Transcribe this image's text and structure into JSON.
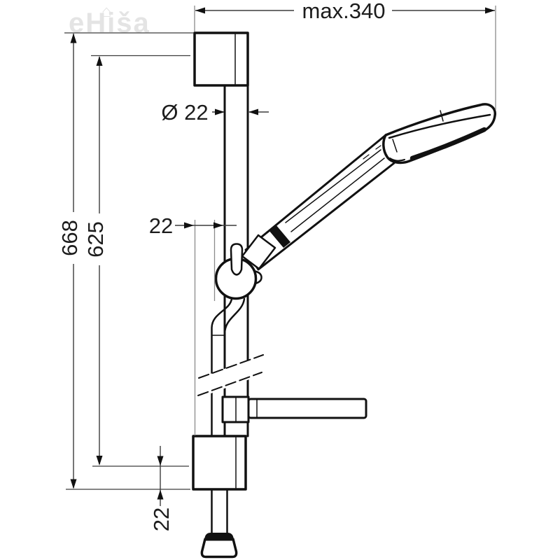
{
  "watermark": {
    "text": "eHiša",
    "icon_glyph": "⌂"
  },
  "dimensions": {
    "max_width": "max.340",
    "bar_diameter": "Ø 22",
    "holder_offset": "22",
    "overall_height": "668",
    "bar_height": "625",
    "bottom_offset": "22"
  },
  "colors": {
    "background": "#ffffff",
    "outline": "#111111",
    "dimension_line": "#3c3c3c",
    "extension_line": "#8a8a8a",
    "text": "#1c1c1c",
    "watermark": "#e4e4e4"
  }
}
